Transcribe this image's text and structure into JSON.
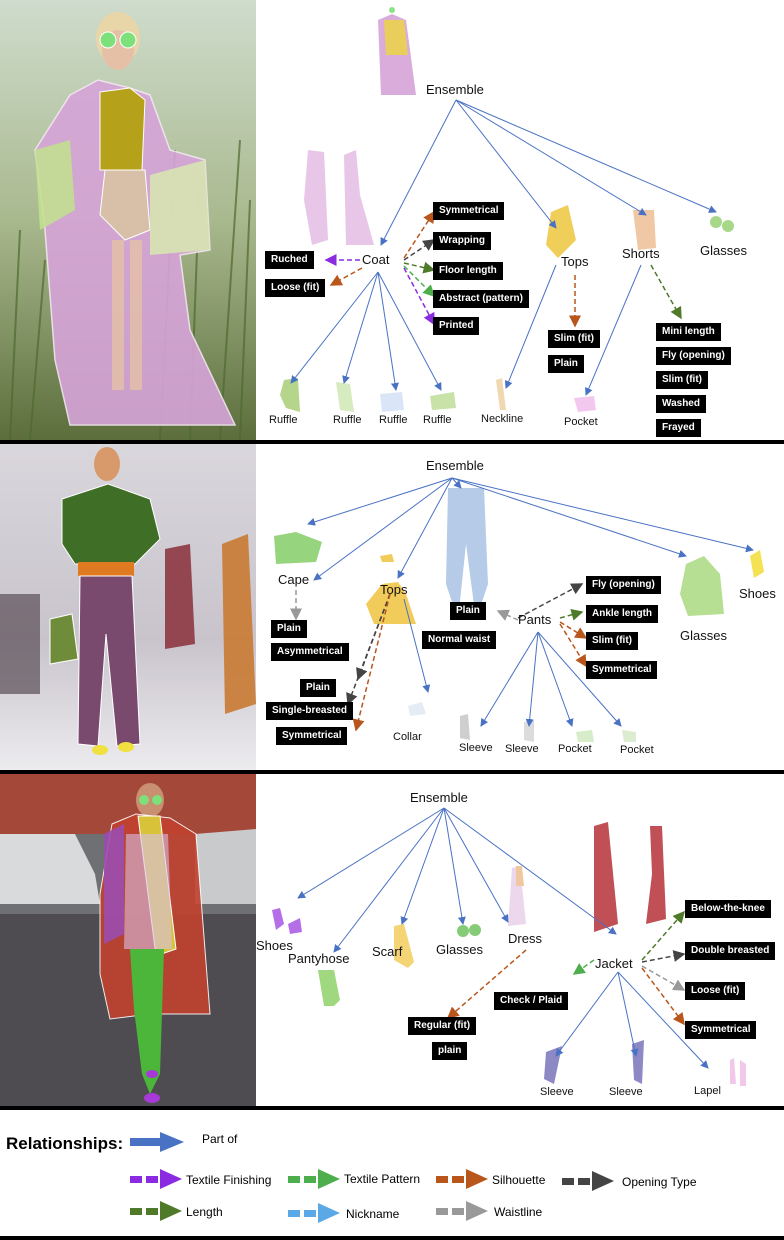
{
  "panel1": {
    "root": "Ensemble",
    "nodes": {
      "coat": "Coat",
      "tops": "Tops",
      "shorts": "Shorts",
      "glasses": "Glasses"
    },
    "parts": {
      "ruffle1": "Ruffle",
      "ruffle2": "Ruffle",
      "ruffle3": "Ruffle",
      "ruffle4": "Ruffle",
      "neckline": "Neckline",
      "pocket": "Pocket"
    },
    "tags": {
      "ruched": "Ruched",
      "loose": "Loose (fit)",
      "symmetrical": "Symmetrical",
      "wrapping": "Wrapping",
      "floor": "Floor length",
      "abstract": "Abstract (pattern)",
      "printed": "Printed",
      "tops_slim": "Slim (fit)",
      "tops_plain": "Plain",
      "mini": "Mini length",
      "fly": "Fly (opening)",
      "shorts_slim": "Slim (fit)",
      "washed": "Washed",
      "frayed": "Frayed"
    }
  },
  "panel2": {
    "root": "Ensemble",
    "nodes": {
      "cape": "Cape",
      "tops": "Tops",
      "pants": "Pants",
      "glasses": "Glasses",
      "shoes": "Shoes"
    },
    "parts": {
      "collar": "Collar",
      "sleeve1": "Sleeve",
      "sleeve2": "Sleeve",
      "pocket1": "Pocket",
      "pocket2": "Pocket"
    },
    "tags": {
      "cape_plain": "Plain",
      "asym": "Asymmetrical",
      "tops_plain": "Plain",
      "single": "Single-breasted",
      "tops_sym": "Symmetrical",
      "pants_plain": "Plain",
      "normal": "Normal waist",
      "fly": "Fly (opening)",
      "ankle": "Ankle length",
      "slim": "Slim (fit)",
      "pants_sym": "Symmetrical"
    }
  },
  "panel3": {
    "root": "Ensemble",
    "nodes": {
      "shoes": "Shoes",
      "pantyhose": "Pantyhose",
      "scarf": "Scarf",
      "glasses": "Glasses",
      "dress": "Dress",
      "jacket": "Jacket"
    },
    "parts": {
      "sleeve1": "Sleeve",
      "sleeve2": "Sleeve",
      "lapel": "Lapel"
    },
    "tags": {
      "regular": "Regular (fit)",
      "plain": "plain",
      "check": "Check / Plaid",
      "below": "Below-the-knee",
      "double": "Double breasted",
      "loose": "Loose (fit)",
      "sym": "Symmetrical"
    }
  },
  "legend": {
    "title": "Relationships:",
    "items": [
      {
        "label": "Part of",
        "color": "#4a72c4",
        "style": "solid"
      },
      {
        "label": "Textile Finishing",
        "color": "#8a2be2",
        "style": "dashed"
      },
      {
        "label": "Textile Pattern",
        "color": "#4cae4c",
        "style": "dashed"
      },
      {
        "label": "Silhouette",
        "color": "#b8561c",
        "style": "dashed"
      },
      {
        "label": "Opening Type",
        "color": "#444444",
        "style": "dashed"
      },
      {
        "label": "Length",
        "color": "#4f7a2a",
        "style": "dashed"
      },
      {
        "label": "Nickname",
        "color": "#5aa8e6",
        "style": "dashed"
      },
      {
        "label": "Waistline",
        "color": "#999999",
        "style": "dashed"
      }
    ]
  },
  "colors": {
    "partof": "#4a72c4",
    "finishing": "#8a2be2",
    "pattern": "#4cae4c",
    "silhouette": "#b8561c",
    "opening": "#444444",
    "length": "#4f7a2a",
    "nickname": "#5aa8e6",
    "waistline": "#999999"
  }
}
